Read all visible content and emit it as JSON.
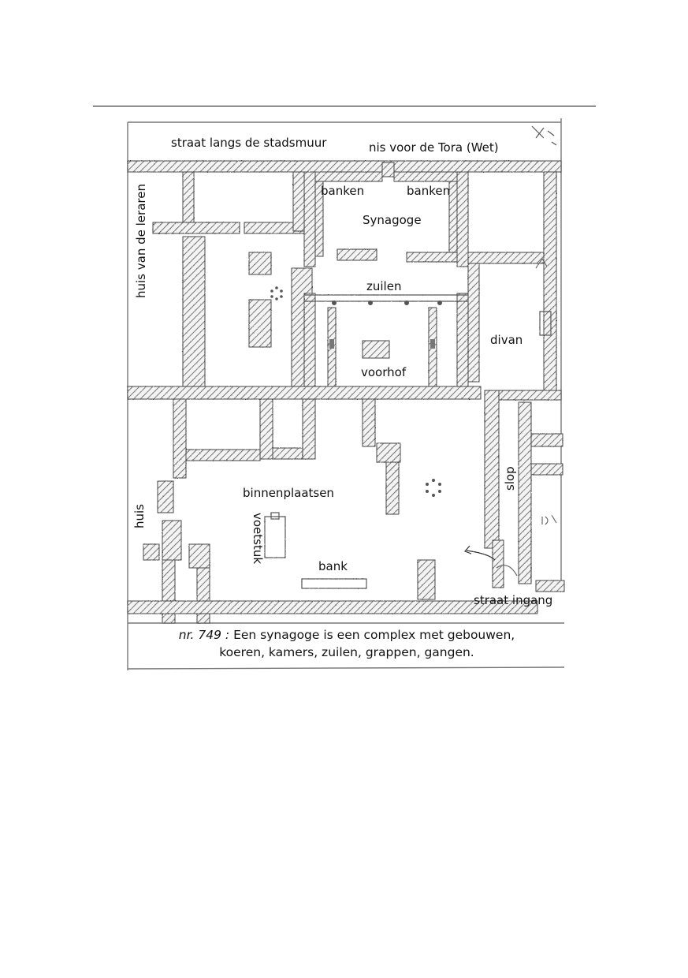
{
  "labels": {
    "street_wall": "straat langs de stadsmuur",
    "niche": "nis voor de Tora (Wet)",
    "benches_left": "banken",
    "benches_right": "banken",
    "synagogue": "Synagoge",
    "columns": "zuilen",
    "divan": "divan",
    "forecourt": "voorhof",
    "teachers_house": "huis van de leraren",
    "courtyards": "binnenplaatsen",
    "pedestal": "voetstuk",
    "bench": "bank",
    "house": "huis",
    "alley": "slop",
    "street_entrance": "straat ingang"
  },
  "caption": {
    "number": "nr. 749 :",
    "line1": "Een synagoge is een complex met gebouwen,",
    "line2": "koeren, kamers, zuilen, grappen, gangen."
  }
}
